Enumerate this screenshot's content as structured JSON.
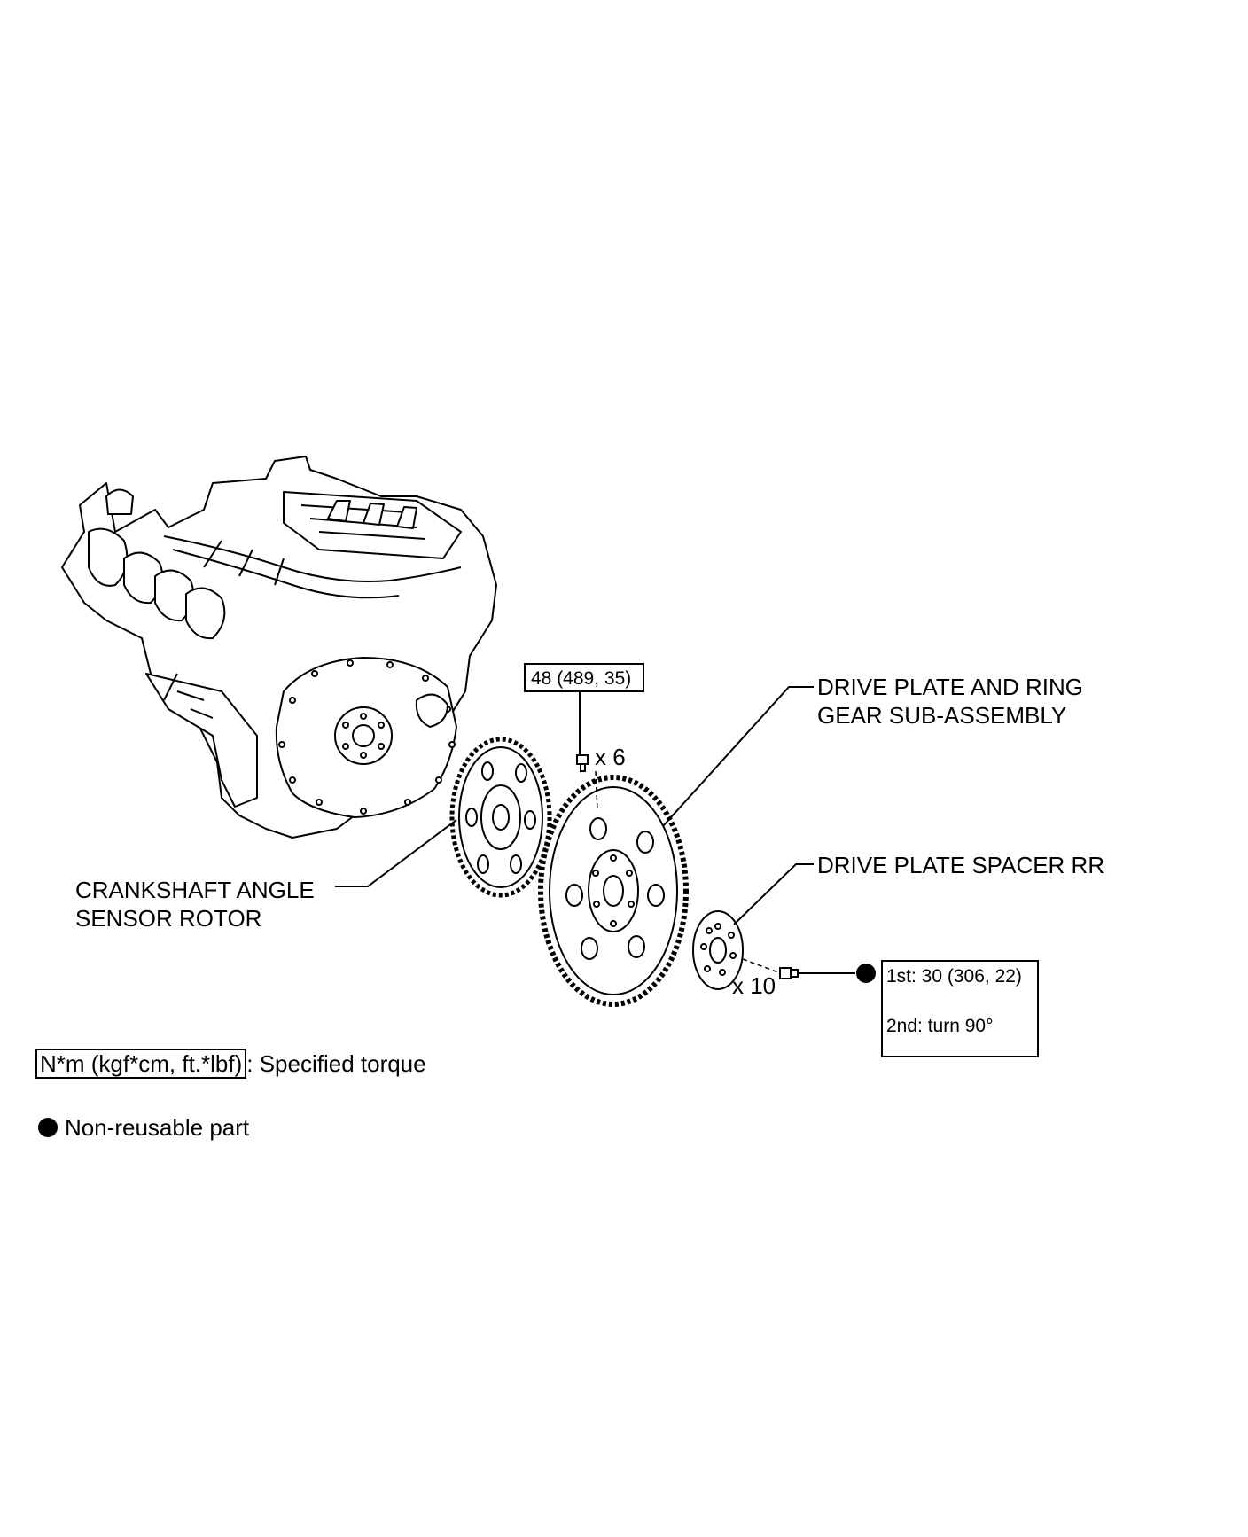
{
  "labels": {
    "crankshaft_rotor_line1": "CRANKSHAFT ANGLE",
    "crankshaft_rotor_line2": "SENSOR ROTOR",
    "drive_plate_line1": "DRIVE PLATE AND RING",
    "drive_plate_line2": "GEAR SUB-ASSEMBLY",
    "spacer": "DRIVE PLATE SPACER RR"
  },
  "torque_boxes": {
    "drive_plate_bolts": "48 (489, 35)",
    "spacer_bolts_1st": "1st: 30 (306, 22)",
    "spacer_bolts_2nd": "2nd: turn 90°"
  },
  "quantities": {
    "drive_plate_bolts": "x 6",
    "spacer_bolts": "x 10"
  },
  "legend": {
    "torque_unit_box": "N*m (kgf*cm, ft.*lbf)",
    "torque_text": ": Specified torque",
    "non_reusable_text": "Non-reusable part"
  }
}
